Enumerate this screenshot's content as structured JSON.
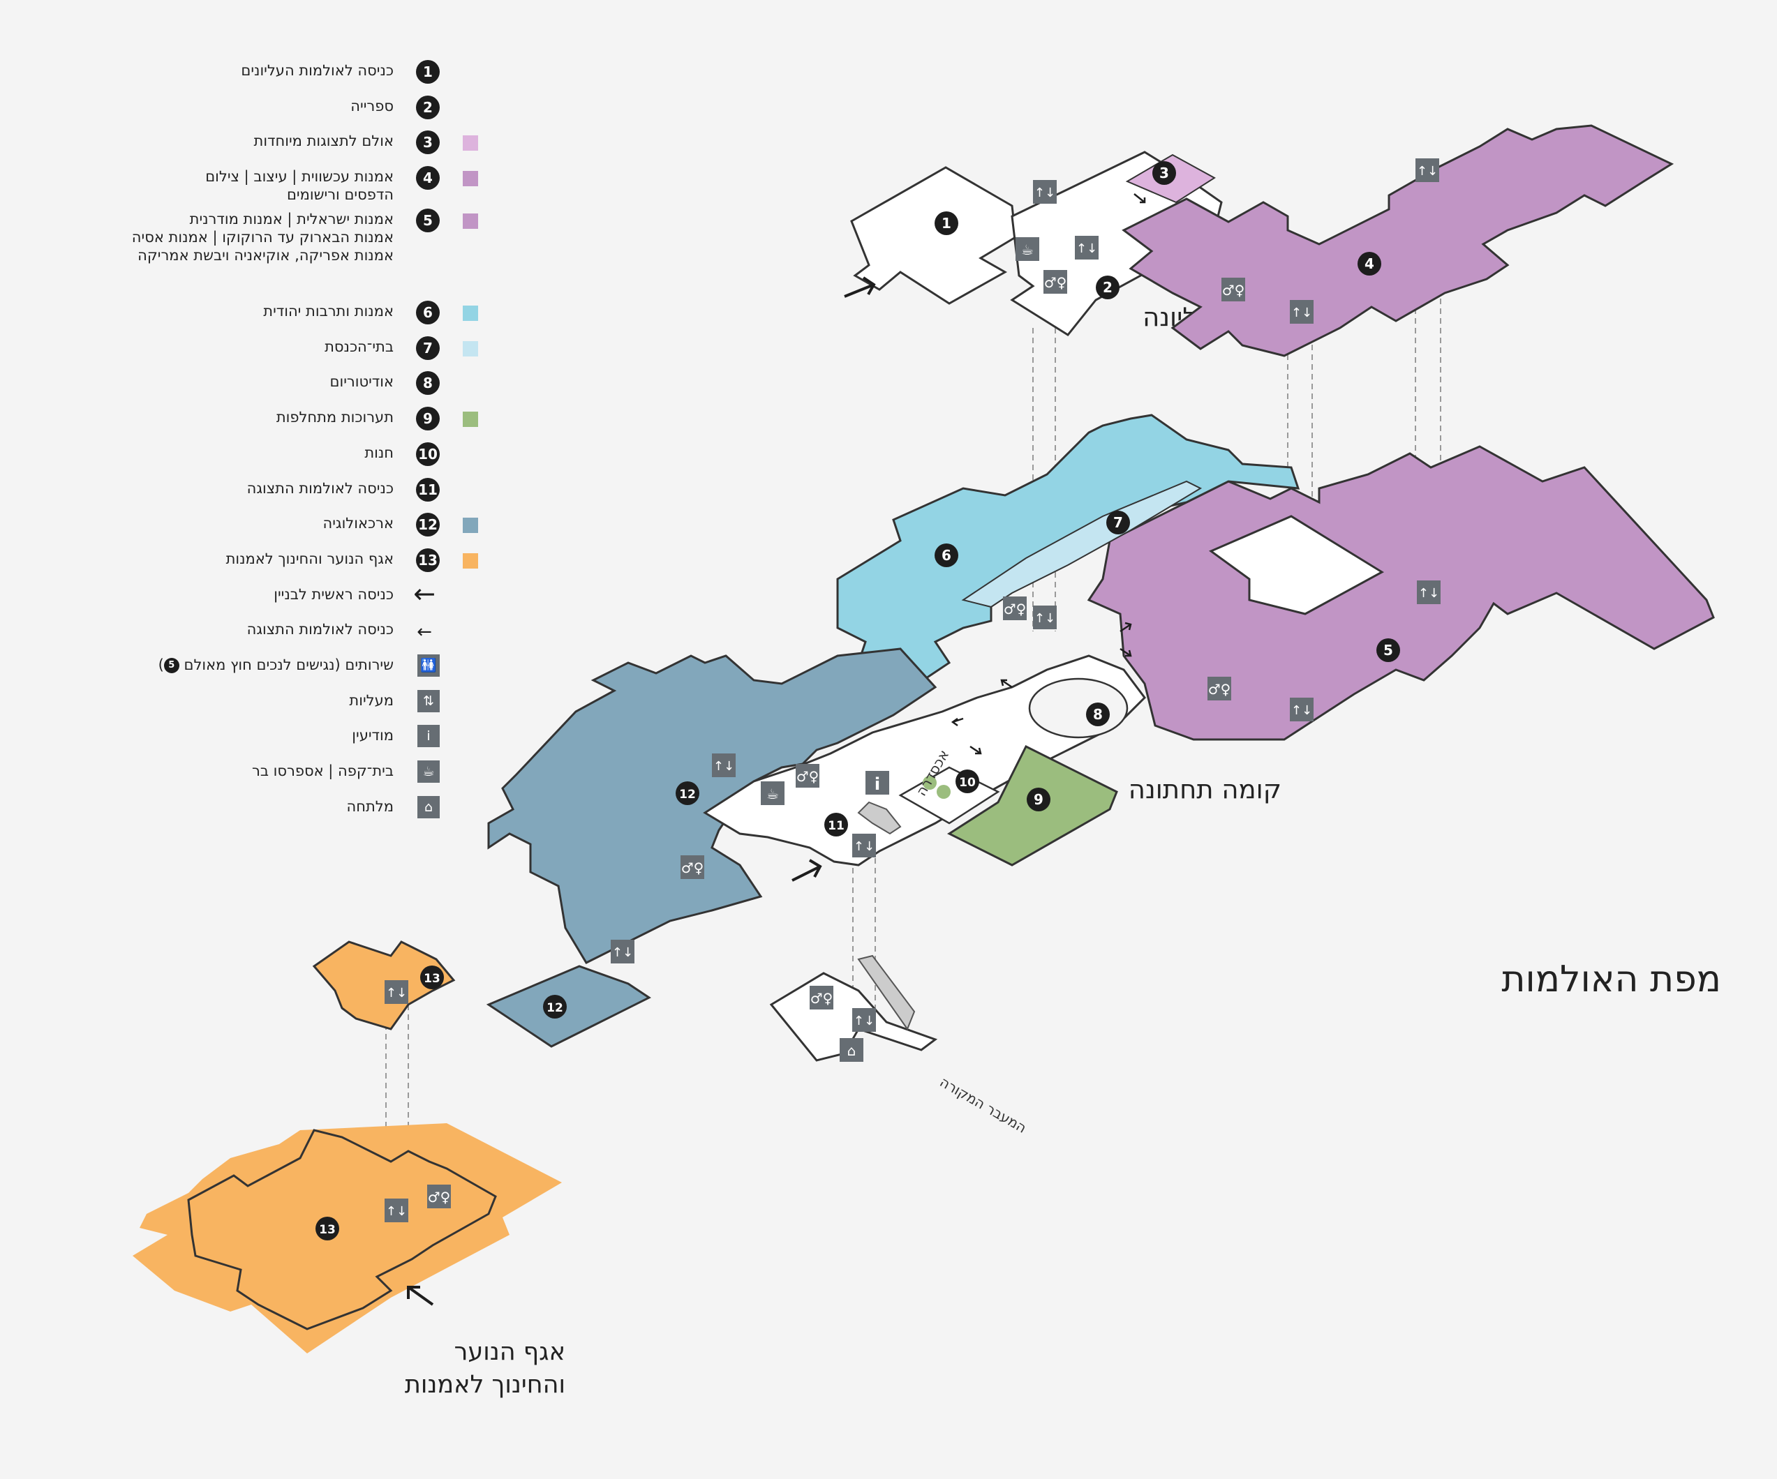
{
  "title": "מפת האולמות",
  "colors": {
    "upper_special": "#ddb3dd",
    "upper_contemporary": "#c195c5",
    "modern": "#c195c5",
    "jewish": "#93d4e4",
    "synagogues": "#c4e5f1",
    "changing": "#9bbd7e",
    "archaeology": "#82a7bb",
    "youth": "#f8b461",
    "badge": "#1d1d1d",
    "icon_bg": "#666d73"
  },
  "legend": [
    {
      "num": "1",
      "label": "כניסה לאולמות העליונים",
      "swatch": ""
    },
    {
      "num": "2",
      "label": "ספרייה",
      "swatch": ""
    },
    {
      "num": "3",
      "label": "אולם לתצוגות מיוחדות",
      "swatch": "#ddb3dd"
    },
    {
      "num": "4",
      "label": "אמנות עכשווית | עיצוב | צילום\nהדפסים ורישומים",
      "swatch": "#c195c5"
    },
    {
      "num": "5",
      "label": "אמנות ישראלית | אמנות מודרנית\nאמנות הבארוק עד הרוקוקו | אמנות אסיה\nאמנות אפריקה, אוקיאניה ויבשת אמריקה",
      "swatch": "#c195c5"
    },
    {
      "num": "6",
      "label": "אמנות ותרבות יהודית",
      "swatch": "#93d4e4"
    },
    {
      "num": "7",
      "label": "בתי־הכנסת",
      "swatch": "#c4e5f1"
    },
    {
      "num": "8",
      "label": "אודיטוריום",
      "swatch": ""
    },
    {
      "num": "9",
      "label": "תערוכות מתחלפות",
      "swatch": "#9bbd7e"
    },
    {
      "num": "10",
      "label": "חנות",
      "swatch": ""
    },
    {
      "num": "11",
      "label": "כניסה לאולמות התצוגה",
      "swatch": ""
    },
    {
      "num": "12",
      "label": "ארכאולוגיה",
      "swatch": "#82a7bb"
    },
    {
      "num": "13",
      "label": "אגף הנוער והחינוך לאמנות",
      "swatch": "#f8b461"
    }
  ],
  "legend_symbols": [
    {
      "icon": "arrow-large-icon",
      "glyph": "←",
      "label": "כניסה ראשית לבניין"
    },
    {
      "icon": "arrow-small-icon",
      "glyph": "←",
      "label": "כניסה לאולמות התצוגה"
    },
    {
      "icon": "restroom-icon",
      "glyph": "🚻",
      "label_before": "שירותים (נגישים לנכים חוץ מאולם",
      "label_badge": "5",
      "label_after": ")"
    },
    {
      "icon": "elevator-icon",
      "glyph": "⇅",
      "label": "מעליות"
    },
    {
      "icon": "info-icon",
      "glyph": "i",
      "label": "מודיעין"
    },
    {
      "icon": "coffee-icon",
      "glyph": "☕",
      "label": "בית־קפה | אספרסו בר"
    },
    {
      "icon": "cloakroom-icon",
      "glyph": "⌂",
      "label": "מלתחה"
    }
  ],
  "floors": {
    "upper": "קומה עליונה",
    "lower": "קומה תחתונה",
    "youth": "אגף הנוער\nוהחינוך לאמנות"
  },
  "map_labels": {
    "colonnade": "אכסדרה",
    "passage": "המעבר המקורה"
  },
  "map_badges": [
    "1",
    "2",
    "3",
    "4",
    "5",
    "6",
    "7",
    "8",
    "9",
    "10",
    "11",
    "12",
    "12",
    "13",
    "13"
  ]
}
